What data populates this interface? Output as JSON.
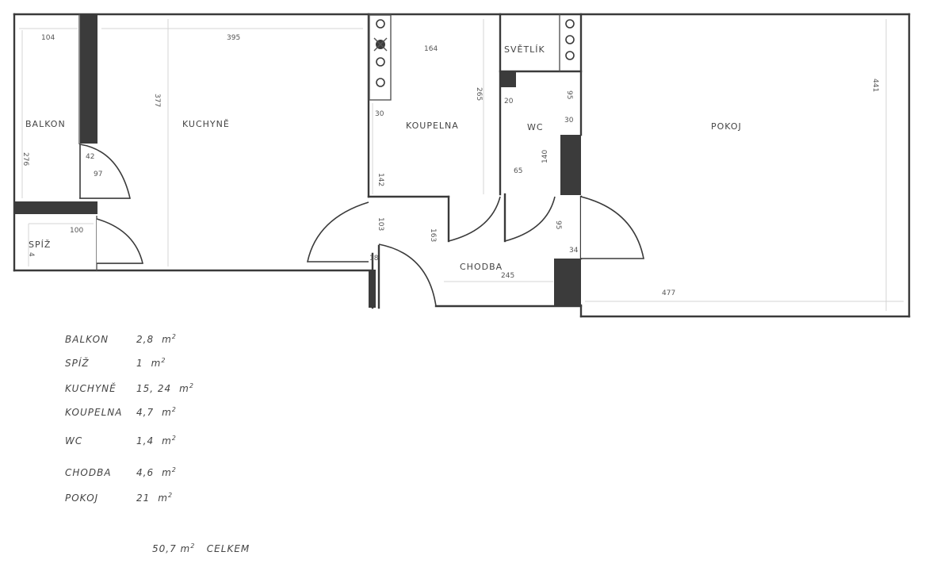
{
  "rooms": {
    "balkon": {
      "label": "BALKON",
      "dims": [
        "104",
        "276"
      ]
    },
    "spiz": {
      "label": "SPÍŽ",
      "dims": [
        "100",
        "4"
      ]
    },
    "kuchyne": {
      "label": "KUCHYNĚ",
      "dims": [
        "395",
        "377"
      ]
    },
    "koupelna": {
      "label": "KOUPELNA",
      "dims": [
        "164",
        "265",
        "30",
        "142"
      ]
    },
    "svetlik": {
      "label": "SVĚTLÍK"
    },
    "wc": {
      "label": "WC",
      "dims": [
        "20",
        "95",
        "30",
        "65",
        "140"
      ]
    },
    "chodba": {
      "label": "CHODBA",
      "dims": [
        "245",
        "103",
        "163",
        "95",
        "34",
        "18"
      ]
    },
    "pokoj": {
      "label": "POKOJ",
      "dims": [
        "441",
        "477"
      ]
    }
  },
  "door_dims": {
    "balkon_door": [
      "42",
      "97"
    ]
  },
  "legend": {
    "unit": "m",
    "rows": [
      {
        "name": "BALKON",
        "value": "2,8"
      },
      {
        "name": "SPÍŽ",
        "value": "1"
      },
      {
        "name": "KUCHYNĚ",
        "value": "15, 24"
      },
      {
        "name": "KOUPELNA",
        "value": "4,7"
      },
      {
        "name": "WC",
        "value": "1,4"
      },
      {
        "name": "CHODBA",
        "value": "4,6"
      },
      {
        "name": "POKOJ",
        "value": "21"
      }
    ],
    "total_value": "50,7",
    "total_label": "CELKEM"
  }
}
